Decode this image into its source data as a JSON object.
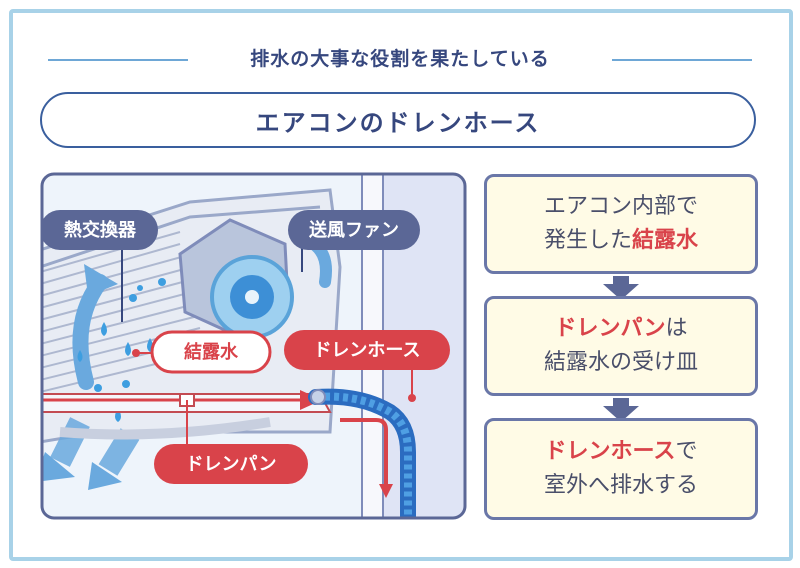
{
  "header": {
    "subtitle": "排水の大事な役割を果たしている",
    "title": "エアコンのドレンホース"
  },
  "illustration": {
    "labels": {
      "heat_exchanger": "熱交換器",
      "fan": "送風ファン",
      "condensation": "結露水",
      "drain_hose": "ドレンホース",
      "drain_pan": "ドレンパン"
    }
  },
  "steps": [
    {
      "line1": "エアコン内部で",
      "line2_prefix": "発生した",
      "line2_highlight": "結露水"
    },
    {
      "line1_highlight": "ドレンパン",
      "line1_suffix": "は",
      "line2": "結露水の受け皿"
    },
    {
      "line1_highlight": "ドレンホース",
      "line1_suffix": "で",
      "line2": "室外へ排水する"
    }
  ],
  "colors": {
    "navy": "#36477e",
    "accent_red": "#d9434a",
    "card_bg": "#fffbe6",
    "frame_border": "#a8d2e8",
    "water_blue": "#3d9ee0"
  }
}
